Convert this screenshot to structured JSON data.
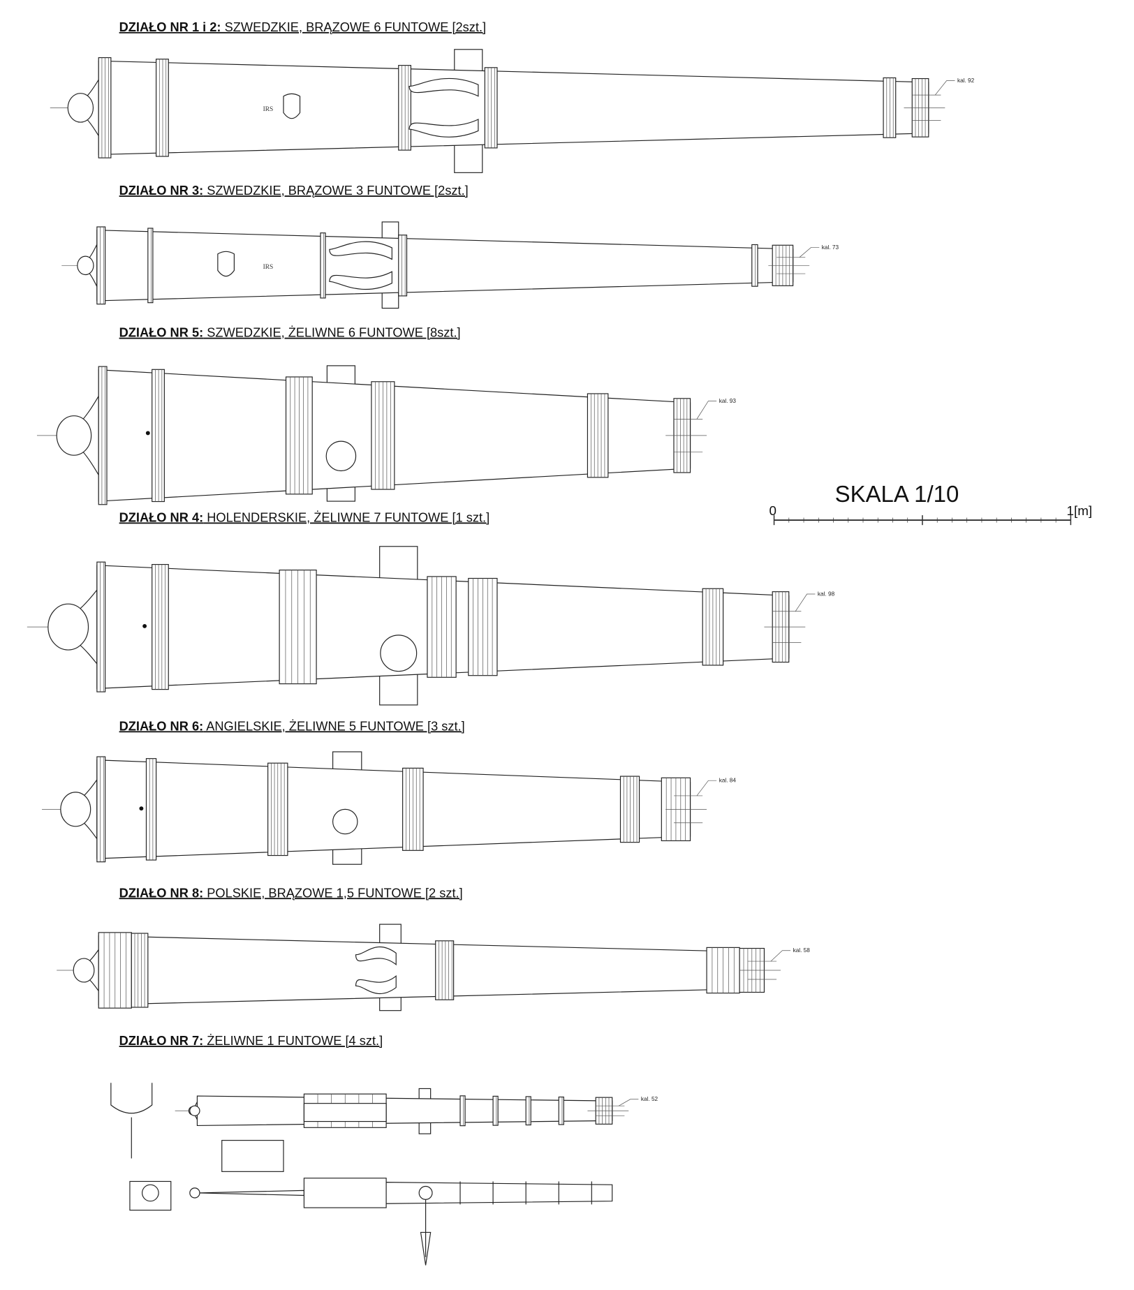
{
  "cannons": [
    {
      "title_bold": "DZIAŁO NR 1 i 2:",
      "title_rest": " SZWEDZKIE, BRĄZOWE 6 FUNTOWE [2szt.]",
      "caliber": "kal. 92",
      "mark": "IRS"
    },
    {
      "title_bold": "DZIAŁO NR 3:",
      "title_rest": " SZWEDZKIE, BRĄZOWE 3 FUNTOWE [2szt.]",
      "caliber": "kal. 73",
      "mark": "IRS"
    },
    {
      "title_bold": "DZIAŁO NR 5:",
      "title_rest": " SZWEDZKIE, ŻELIWNE 6 FUNTOWE [8szt.]",
      "caliber": "kal. 93"
    },
    {
      "title_bold": "DZIAŁO NR 4:",
      "title_rest": " HOLENDERSKIE, ŻELIWNE 7 FUNTOWE [1 szt.]",
      "caliber": "kal. 98"
    },
    {
      "title_bold": "DZIAŁO NR 6:",
      "title_rest": " ANGIELSKIE, ŻELIWNE 5 FUNTOWE [3 szt.]",
      "caliber": "kal. 84"
    },
    {
      "title_bold": "DZIAŁO NR 8:",
      "title_rest": " POLSKIE, BRĄZOWE 1,5 FUNTOWE [2 szt.]",
      "caliber": "kal. 58"
    },
    {
      "title_bold": "DZIAŁO NR 7:",
      "title_rest": " ŻELIWNE 1 FUNTOWE [4 szt.]",
      "caliber": "kal. 52"
    }
  ],
  "scale": {
    "title": "SKALA 1/10",
    "start_label": "0",
    "end_label": "1[m]"
  }
}
